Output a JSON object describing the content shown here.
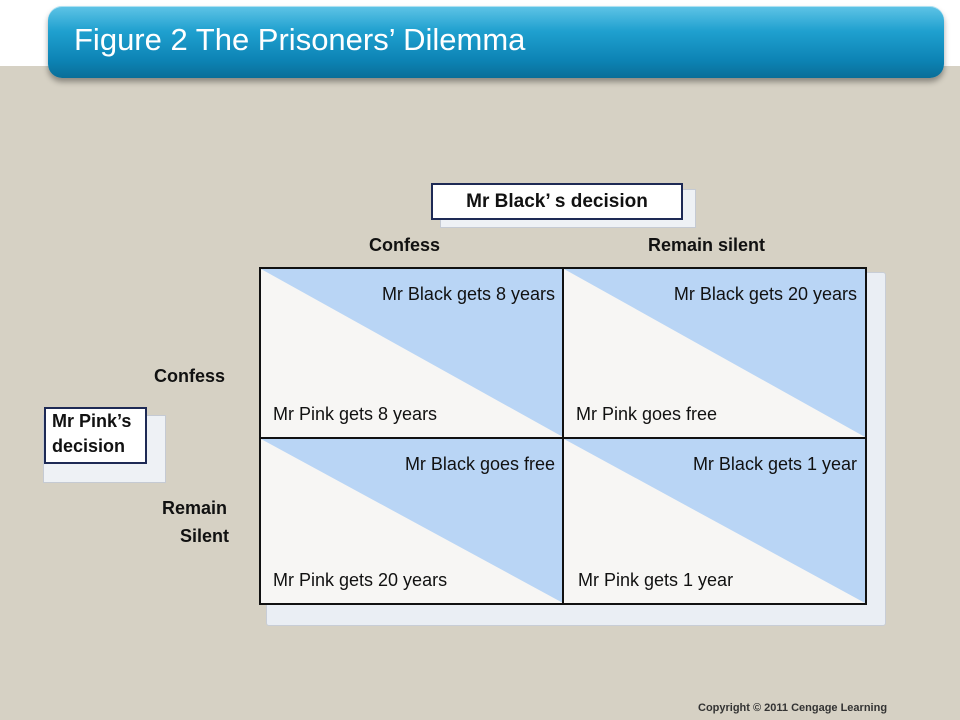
{
  "title": "Figure 2 The Prisoners’ Dilemma",
  "column_player": "Mr Black’ s decision",
  "column_labels": [
    "Confess",
    "Remain silent"
  ],
  "row_player": [
    "Mr Pink’s",
    "decision"
  ],
  "row_labels": {
    "confess": "Confess",
    "silent_line1": "Remain",
    "silent_line2": "Silent"
  },
  "cells": {
    "confess_confess": {
      "black": "Mr Black gets 8 years",
      "pink": "Mr Pink gets 8 years"
    },
    "confess_silent": {
      "black": "Mr Black gets 20 years",
      "pink": "Mr Pink goes free"
    },
    "silent_confess": {
      "black": "Mr Black goes free",
      "pink": "Mr Pink gets 20 years"
    },
    "silent_silent": {
      "black": "Mr Black gets 1 year",
      "pink": "Mr Pink gets 1 year"
    }
  },
  "colors": {
    "black_region": "#b9d5f5",
    "pink_region": "#f7f6f4",
    "title_bar": "#1fa0cf"
  },
  "copyright": "Copyright © 2011  Cengage Learning"
}
